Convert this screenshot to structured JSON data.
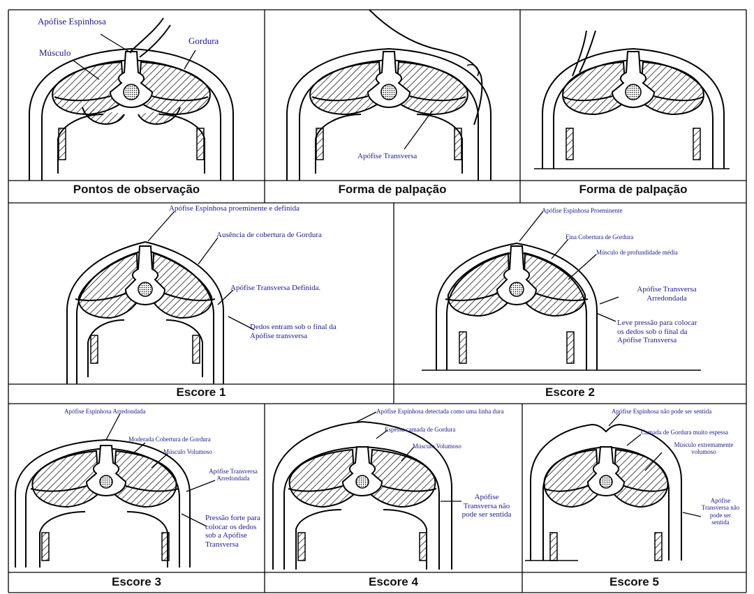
{
  "panels": {
    "p1": {
      "caption": "Pontos de observação",
      "labels": {
        "spinous": "Apófise Espinhosa",
        "muscle": "Músculo",
        "fat": "Gordura"
      }
    },
    "p2": {
      "caption": "Forma de palpação",
      "labels": {
        "transverse": "Apófise Transversa"
      }
    },
    "p3": {
      "caption": "Forma de palpação"
    },
    "s1": {
      "caption": "Escore 1",
      "labels": {
        "spinous": "Apófise Espinhosa proeminente e definida",
        "fat": "Ausência de cobertura de Gordura",
        "transverse": "Apófise Transversa Definida.",
        "fingers": "Dedos entram sob o final da Apófise transversa"
      }
    },
    "s2": {
      "caption": "Escore 2",
      "labels": {
        "spinous": "Apófise Espinhosa Proeminente",
        "fat": "Fina Cobertura de Gordura",
        "muscle": "Músculo de profundidade média",
        "transverse": "Apófise Transversa Arredondada",
        "pressure": "Leve pressão para colocar os dedos sob o final da Apófise Transversa"
      }
    },
    "s3": {
      "caption": "Escore 3",
      "labels": {
        "spinous": "Apófise Espinhosa Arredondada",
        "fat": "Moderada Cobertura de Gordura",
        "muscle": "Músculo Volumoso",
        "transverse": "Apófise Transversa Arredondada",
        "pressure": "Pressão forte para colocar os dedos sob a Apófise Transversa"
      }
    },
    "s4": {
      "caption": "Escore 4",
      "labels": {
        "spinous": "Apófise Espinhosa detectada como uma linha dura",
        "fat": "Espessa camada de Gordura",
        "muscle": "Músculo Volumoso",
        "transverse": "Apófise Transversa não pode ser sentida"
      }
    },
    "s5": {
      "caption": "Escore 5",
      "labels": {
        "spinous": "Apófise Espinhosa não pode ser sentida",
        "fat": "Camada de Gordura muito espessa",
        "muscle": "Músculo extremamente volumoso",
        "transverse": "Apófise Transversa não pode ser sentida"
      }
    }
  }
}
